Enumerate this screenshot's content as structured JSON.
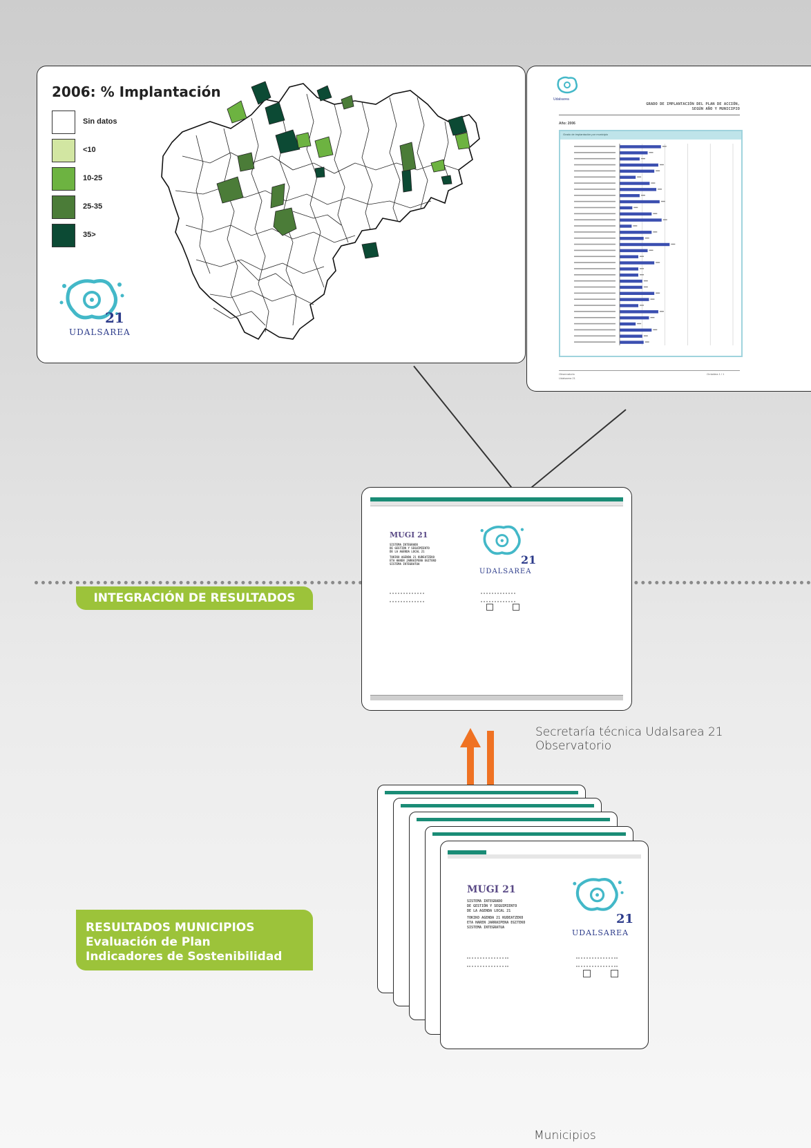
{
  "map": {
    "title": "2006: % Implantación",
    "legend": [
      {
        "label": "Sin datos",
        "color": "#ffffff"
      },
      {
        "label": "<10",
        "color": "#d2e6a2"
      },
      {
        "label": "10-25",
        "color": "#6db341"
      },
      {
        "label": "25-35",
        "color": "#4b7c38"
      },
      {
        "label": "35>",
        "color": "#0c4a34"
      }
    ],
    "logo": {
      "number": "21",
      "wordmark": "Udalsarea"
    }
  },
  "report": {
    "title_line1": "GRADO DE IMPLANTACIÓN DEL PLAN DE ACCIÓN,",
    "title_line2": "SEGÚN AÑO Y MUNICIPIO",
    "year_label": "Año: 2006",
    "chart_header": "Grado de implantación por municipio",
    "logo_text": "Udalsarea",
    "footer_left_1": "Observatorio",
    "footer_left_2": "Udalsarea 21",
    "footer_right": "Orrialdea 1 / 1"
  },
  "chart_data": {
    "type": "bar",
    "orientation": "horizontal",
    "title": "Grado de implantación por municipio",
    "values": [
      62,
      42,
      30,
      58,
      52,
      24,
      45,
      55,
      30,
      60,
      19,
      48,
      63,
      18,
      48,
      36,
      75,
      42,
      28,
      52,
      28,
      28,
      34,
      34,
      52,
      44,
      28,
      58,
      44,
      24,
      48,
      34,
      36
    ],
    "xlim": [
      0,
      170
    ],
    "grid": true
  },
  "labels": {
    "integracion": "INTEGRACIÓN DE RESULTADOS",
    "resultados_1": "RESULTADOS MUNICIPIOS",
    "resultados_2": "Evaluación de Plan",
    "resultados_3": "Indicadores de Sostenibilidad",
    "secretaria_1": "Secretaría técnica Udalsarea 21",
    "secretaria_2": "Observatorio",
    "municipios": "Municipios"
  },
  "app_window": {
    "title": "MUGI 21",
    "sub1": "SISTEMA INTEGRADO",
    "sub2": "DE GESTIÓN Y SEGUIMIENTO",
    "sub3": "DE LA AGENDA LOCAL 21",
    "sub4": "TOKIKO AGENDA 21 KUDEATZEKO",
    "sub5": "ETA HAREN JARRAIPENA EGITEKO",
    "sub6": "SISTEMA INTEGRATUA",
    "logo_number": "21",
    "logo_wordmark": "Udalsarea"
  },
  "colors": {
    "accent_green": "#9cc33a",
    "arrow_orange": "#ef7223",
    "window_header": "#1a8c76",
    "logo_cyan": "#43b8c8",
    "logo_navy": "#2c3b8a",
    "bar_blue": "#3b4fb0"
  }
}
